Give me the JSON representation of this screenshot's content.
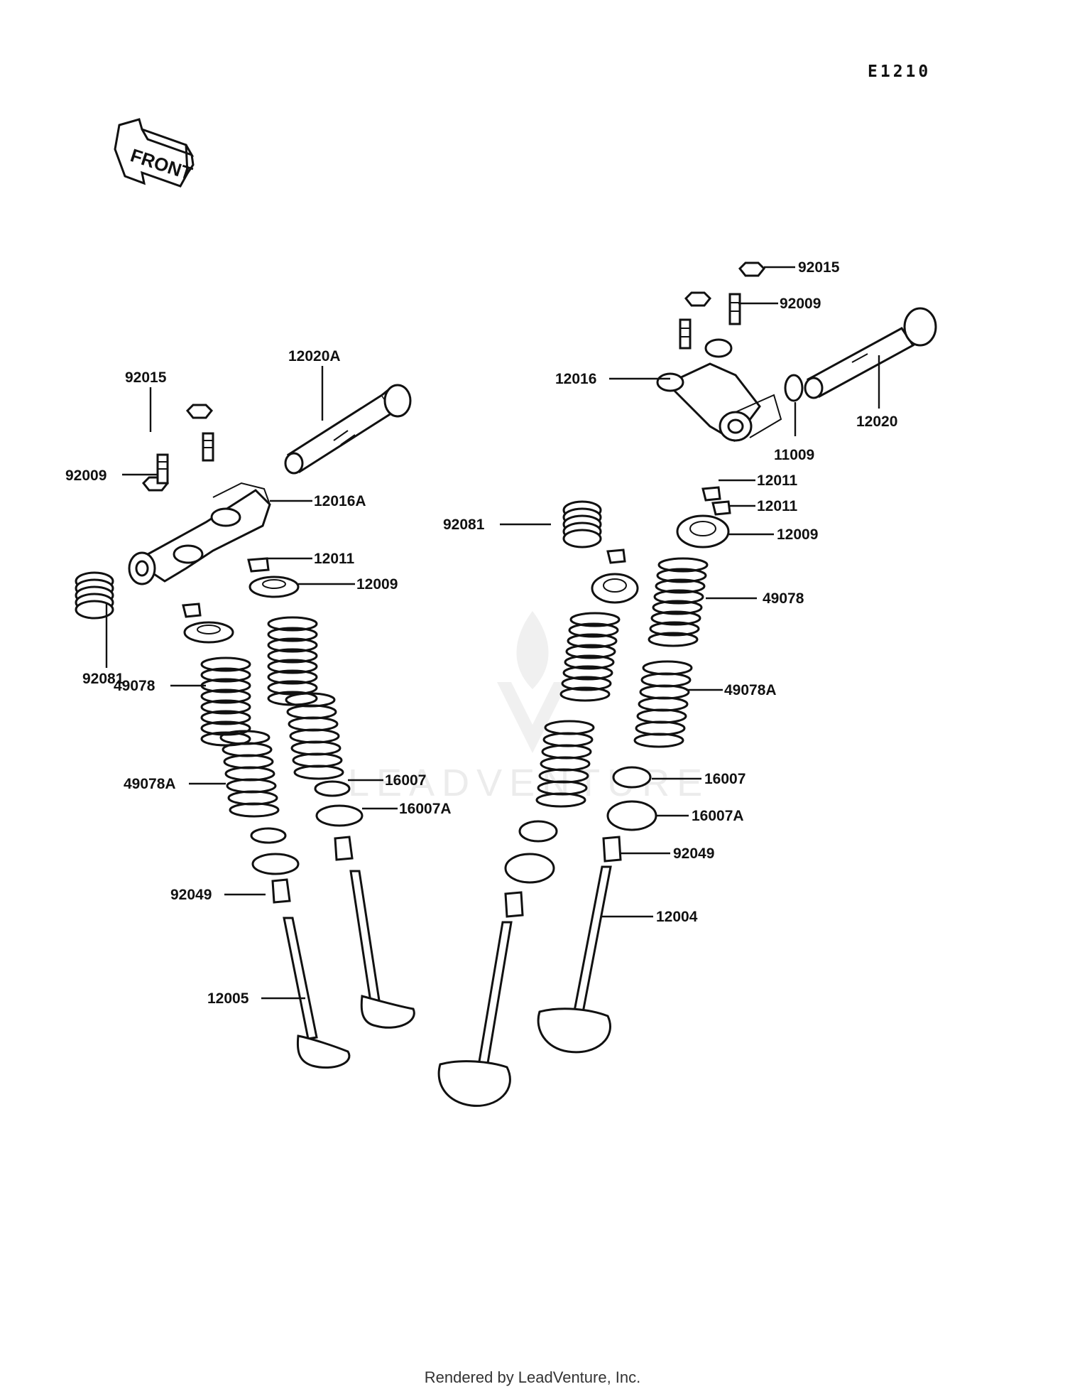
{
  "diagram": {
    "id": "E1210",
    "front_label": "FRONT",
    "watermark": "LEADVENTURE",
    "credit": "Rendered by LeadVenture, Inc."
  },
  "labels": {
    "l_92015": "92015",
    "l_92009": "92009",
    "l_12020A": "12020A",
    "l_12016A": "12016A",
    "l_12011": "12011",
    "l_12009": "12009",
    "l_92081": "92081",
    "l_49078": "49078",
    "l_49078A": "49078A",
    "l_16007": "16007",
    "l_16007A": "16007A",
    "l_92049": "92049",
    "l_12005": "12005",
    "r_92015": "92015",
    "r_92009": "92009",
    "r_12016": "12016",
    "r_12020": "12020",
    "r_11009": "11009",
    "r_12011a": "12011",
    "r_12011b": "12011",
    "r_92081": "92081",
    "r_12009": "12009",
    "r_49078": "49078",
    "r_49078A": "49078A",
    "r_16007": "16007",
    "r_16007A": "16007A",
    "r_92049": "92049",
    "r_12004": "12004"
  }
}
